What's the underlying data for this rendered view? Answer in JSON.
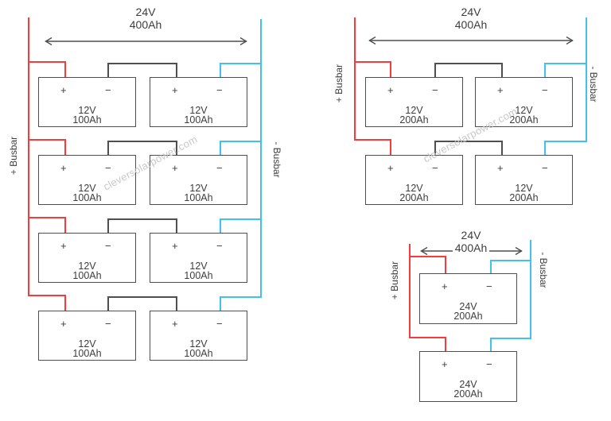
{
  "watermark": {
    "text": "cleversolarpower.com"
  },
  "colors": {
    "positive_wire": "#f93a3a",
    "negative_wire": "#3fc2f0",
    "series_wire": "#4f4f4f",
    "text": "#3d3d3d",
    "watermark": "#c8c8c8"
  },
  "diagrams": [
    {
      "title": {
        "voltage": "24V",
        "capacity": "400Ah"
      },
      "busbars": {
        "positive": "+ Busbar",
        "negative": "- Busbar"
      },
      "battery": {
        "positive_terminal": "+",
        "negative_terminal": "−",
        "voltage": "12V",
        "capacity": "100Ah"
      }
    },
    {
      "title": {
        "voltage": "24V",
        "capacity": "400Ah"
      },
      "busbars": {
        "positive": "+ Busbar",
        "negative": "- Busbar"
      },
      "battery": {
        "positive_terminal": "+",
        "negative_terminal": "−",
        "voltage": "12V",
        "capacity": "200Ah"
      }
    },
    {
      "title": {
        "voltage": "24V",
        "capacity": "400Ah"
      },
      "busbars": {
        "positive": "+ Busbar",
        "negative": "- Busbar"
      },
      "battery": {
        "positive_terminal": "+",
        "negative_terminal": "−",
        "voltage": "24V",
        "capacity": "200Ah"
      }
    }
  ]
}
